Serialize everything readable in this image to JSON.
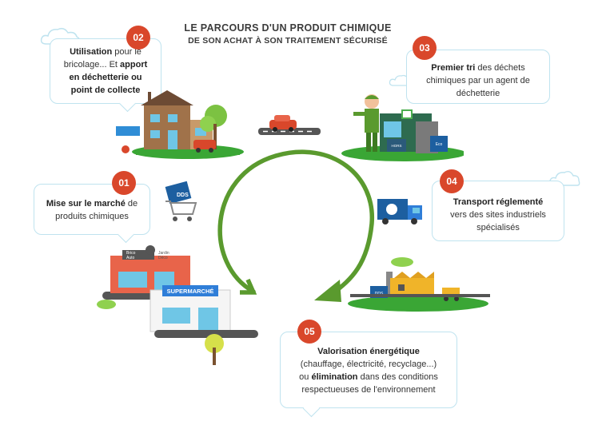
{
  "title": {
    "line1": "LE PARCOURS D'UN PRODUIT CHIMIQUE",
    "line2": "DE SON ACHAT À SON TRAITEMENT SÉCURISÉ"
  },
  "steps": [
    {
      "number": "01",
      "bold1": "Mise sur le marché",
      "text1": " de",
      "text2": "produits chimiques"
    },
    {
      "number": "02",
      "bold1": "Utilisation",
      "text1": " pour le",
      "text2": "bricolage... Et ",
      "bold2": "apport",
      "bold3": "en déchetterie ou",
      "bold4": "point de collecte"
    },
    {
      "number": "03",
      "bold1": "Premier tri",
      "text1": " des déchets",
      "text2": "chimiques par un agent de",
      "text3": "déchetterie"
    },
    {
      "number": "04",
      "bold1": "Transport réglementé",
      "text1": "vers des sites industriels",
      "text2": "spécialisés"
    },
    {
      "number": "05",
      "bold1": "Valorisation énergétique",
      "text1": "(chauffage, électricité, recyclage...)",
      "text2": "ou ",
      "bold2": "élimination",
      "text3": " dans des conditions",
      "text4": "respectueuses de l'environnement"
    }
  ],
  "illustrations": {
    "store_sign_left": "Brico\nAuto",
    "store_sign_right": "Jardin\nDéco",
    "supermarket": "SUPERMARCHÉ",
    "cart_box": "DDS",
    "bin_hors": "HORS EcoDDS",
    "bin_eco": "Eco DDS",
    "factory_box": "DDS"
  },
  "colors": {
    "accent_red": "#d9472b",
    "arrow_green": "#5a9a2e",
    "bubble_border": "#bfe3ef",
    "grass": "#3aa635"
  }
}
